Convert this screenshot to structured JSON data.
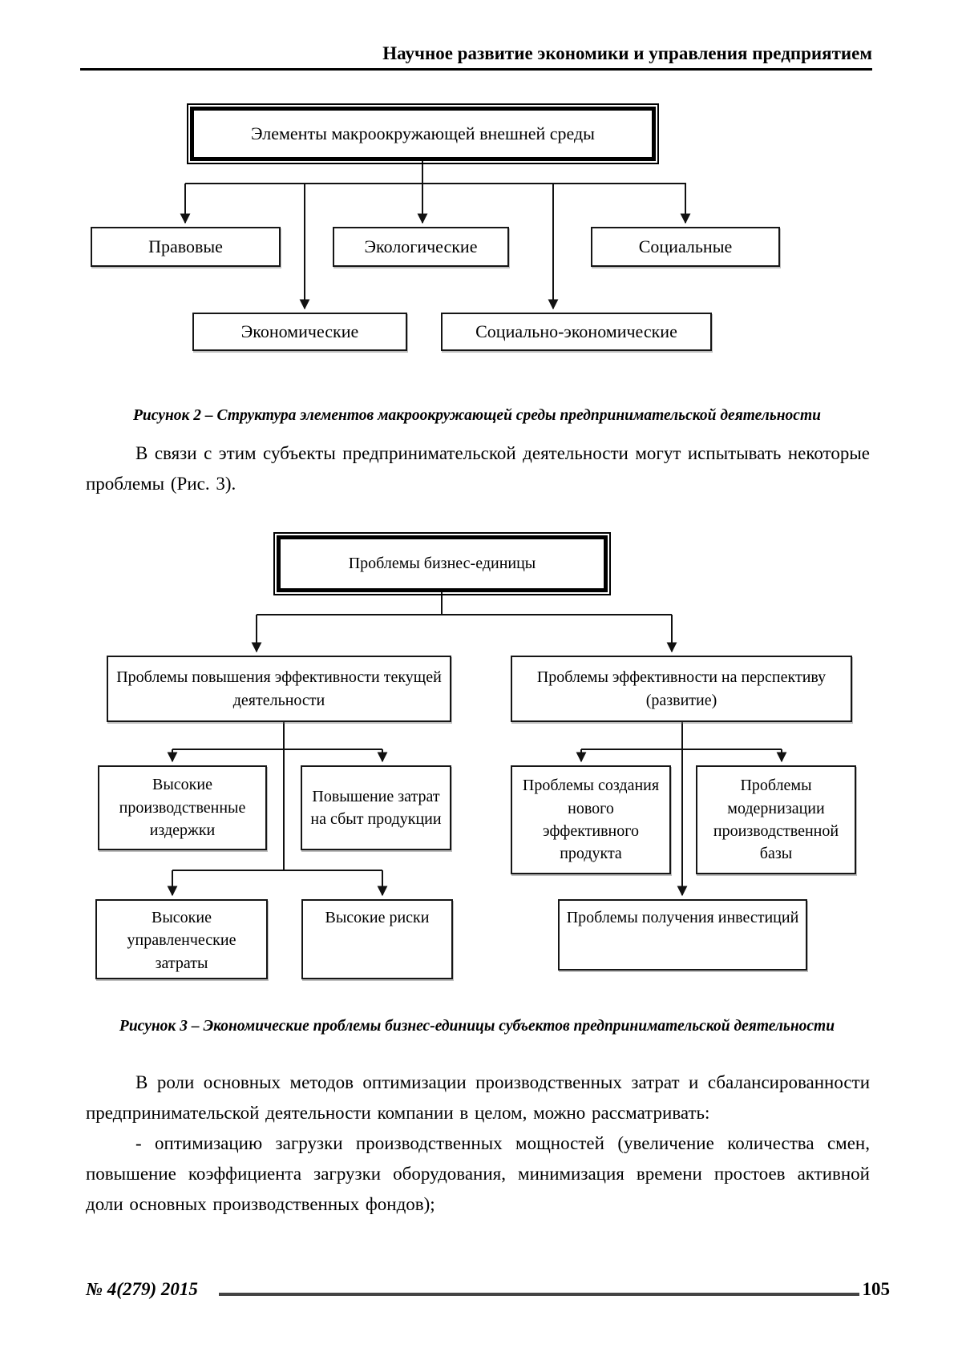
{
  "header": {
    "title": "Научное развитие экономики и управления предприятием"
  },
  "figure2": {
    "root": "Элементы макроокружающей внешней среды",
    "level1": [
      "Правовые",
      "Экологические",
      "Социальные"
    ],
    "level2": [
      "Экономические",
      "Социально-экономические"
    ],
    "caption": "Рисунок 2 – Структура элементов макроокружающей среды предпринимательской деятельности"
  },
  "paragraphs": {
    "p1": "В связи с этим субъекты предпринимательской деятельности могут испытывать некоторые проблемы (Рис. 3).",
    "p2": "В роли основных методов оптимизации производственных затрат и сбалансированности предпринимательской деятельности компании в целом, можно рассматривать:",
    "p3": "- оптимизацию загрузки производственных мощностей (увеличение количества смен, повышение коэффициента загрузки оборудования, минимизация времени простоев активной доли основных производственных фондов);"
  },
  "figure3": {
    "root": "Проблемы бизнес-единицы",
    "left_branch": {
      "title": "Проблемы повышения эффективности текущей деятельности",
      "level1": [
        "Высокие производственные издержки",
        "Повышение затрат на сбыт продукции"
      ],
      "level2": [
        "Высокие управленческие затраты",
        "Высокие риски"
      ]
    },
    "right_branch": {
      "title": "Проблемы эффективности на перспективу (развитие)",
      "level1": [
        "Проблемы создания нового эффективного продукта",
        "Проблемы модернизации производственной базы"
      ],
      "level2": [
        "Проблемы получения инвестиций"
      ]
    },
    "caption": "Рисунок 3 – Экономические проблемы бизнес-единицы субъектов предпринимательской деятельности"
  },
  "footer": {
    "issue": "№ 4(279) 2015",
    "page_number": "105"
  },
  "colors": {
    "ink": "#000000",
    "footer_rule": "#434343",
    "paper": "#ffffff"
  }
}
